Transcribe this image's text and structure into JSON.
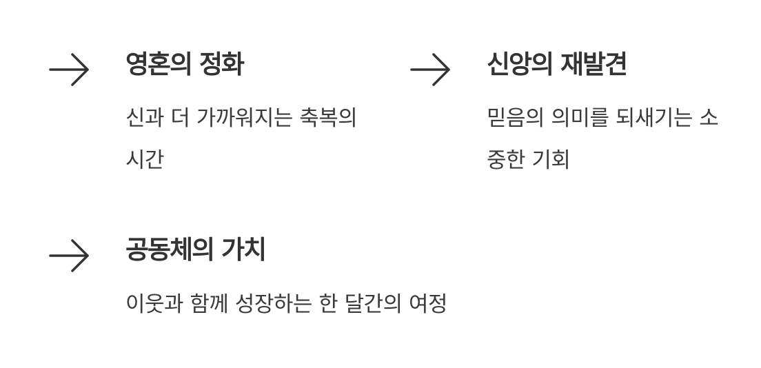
{
  "features": [
    {
      "icon": "arrow-right-icon",
      "title": "영혼의 정화",
      "description": "신과 더 가까워지는 축복의 시간"
    },
    {
      "icon": "arrow-right-icon",
      "title": "신앙의 재발견",
      "description": "믿음의 의미를 되새기는 소중한 기회"
    },
    {
      "icon": "arrow-right-icon",
      "title": "공동체의 가치",
      "description": "이웃과 함께 성장하는 한 달간의 여정"
    }
  ],
  "colors": {
    "text": "#333333",
    "background": "#ffffff"
  }
}
